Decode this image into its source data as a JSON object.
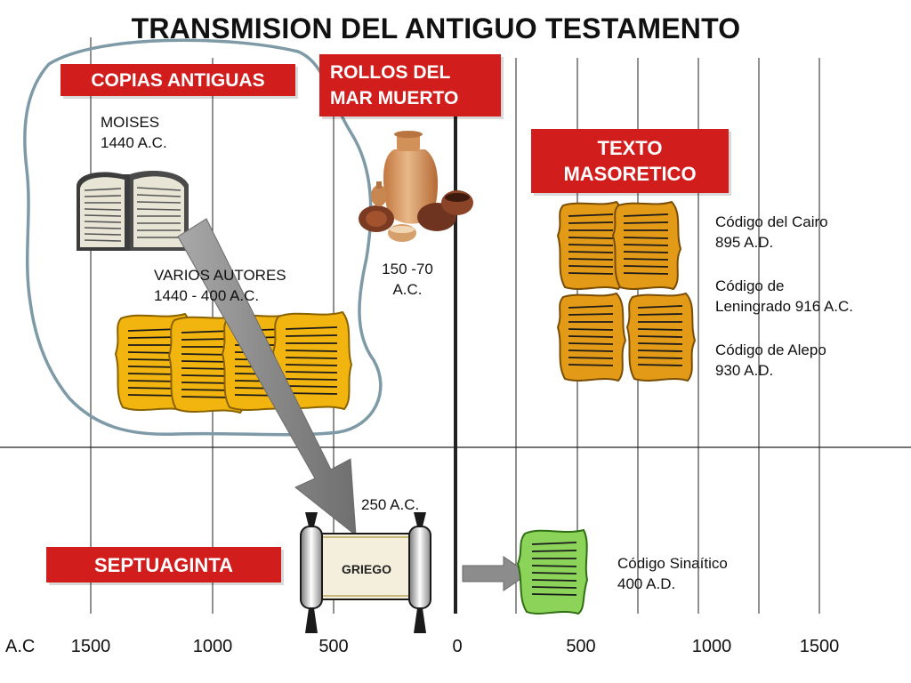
{
  "title": "TRANSMISION DEL ANTIGUO TESTAMENTO",
  "labels": {
    "copias_antiguas": "COPIAS ANTIGUAS",
    "rollos_line1": "ROLLOS DEL",
    "rollos_line2": "MAR MUERTO",
    "texto_line1": "TEXTO",
    "texto_line2": "MASORETICO",
    "septuaginta": "SEPTUAGINTA",
    "griego": "GRIEGO"
  },
  "notes": {
    "moises": "MOISES\n1440 A.C.",
    "varios": "VARIOS AUTORES\n1440 - 400 A.C.",
    "rollos_date": "150 -70\nA.C.",
    "septuaginta_date": "250 A.C.",
    "cairo": "Código del Cairo\n895 A.D.",
    "leningrado": "Código de\nLeningrado 916 A.C.",
    "alepo": "Código de Alepo\n930 A.D.",
    "sinaitico": "Código Sinaítico\n400 A.D."
  },
  "axis": {
    "era_label": "A.C",
    "ticks": [
      "1500",
      "1000",
      "500",
      "0",
      "500",
      "1000",
      "1500"
    ]
  },
  "colors": {
    "red": "#d21d1d",
    "scroll_gold": "#f2b50f",
    "scroll_orange": "#e39a16",
    "scroll_green": "#8cd35a",
    "arrow_gray": "#8c8c8c",
    "outline_blue": "#7e9aa6"
  }
}
